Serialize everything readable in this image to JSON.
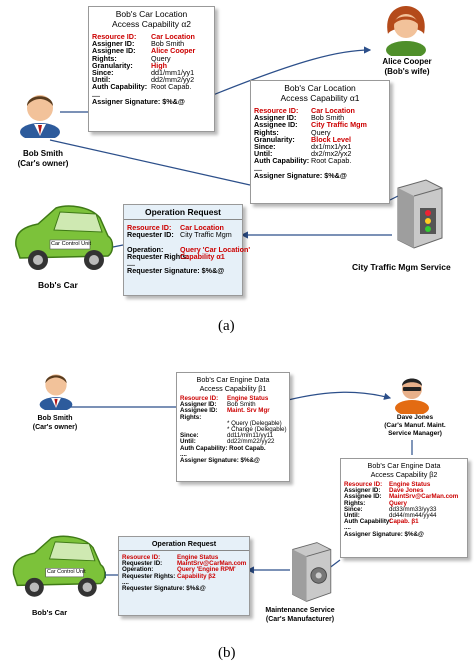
{
  "panel_a": {
    "label": "(a)",
    "bob": {
      "name": "Bob Smith",
      "role": "(Car's owner)"
    },
    "alice": {
      "name": "Alice Cooper",
      "role": "(Bob's wife)"
    },
    "car_label": "Bob's Car",
    "car_unit": "Car Control Unit",
    "service_label": "City Traffic Mgm Service",
    "cap2": {
      "title1": "Bob's Car Location",
      "title2": "Access Capability α2",
      "rows": [
        {
          "k": "Resource ID:",
          "v": "Car Location",
          "red": true
        },
        {
          "k": "Assigner ID:",
          "v": "Bob Smith",
          "red": false
        },
        {
          "k": "Assignee ID:",
          "v": "Alice Cooper",
          "red": true
        },
        {
          "k": "Rights:",
          "v": "Query",
          "red": false
        },
        {
          "k": "Granularity:",
          "v": "High",
          "red": true
        },
        {
          "k": "Since:",
          "v": "dd1/mm1/yy1",
          "red": false
        },
        {
          "k": "Until:",
          "v": "dd2/mm2/yy2",
          "red": false
        },
        {
          "k": "Auth Capability:",
          "v": "Root Capab.",
          "red": false
        },
        {
          "k": "....",
          "v": "",
          "red": false
        },
        {
          "k": "Assigner Signature: $%&@",
          "v": "",
          "red": false
        }
      ]
    },
    "cap1": {
      "title1": "Bob's Car Location",
      "title2": "Access Capability α1",
      "rows": [
        {
          "k": "Resource ID:",
          "v": "Car Location",
          "red": true
        },
        {
          "k": "Assigner ID:",
          "v": "Bob Smith",
          "red": false
        },
        {
          "k": "Assignee ID:",
          "v": "City Traffic Mgm",
          "red": true
        },
        {
          "k": "Rights:",
          "v": "Query",
          "red": false
        },
        {
          "k": "Granularity:",
          "v": "Block Level",
          "red": true
        },
        {
          "k": "Since:",
          "v": "dx1/mx1/yx1",
          "red": false
        },
        {
          "k": "Until:",
          "v": "dx2/mx2/yx2",
          "red": false
        },
        {
          "k": "Auth Capability:",
          "v": "Root Capab.",
          "red": false
        },
        {
          "k": "....",
          "v": "",
          "red": false
        },
        {
          "k": "Assigner Signature: $%&@",
          "v": "",
          "red": false
        }
      ]
    },
    "request": {
      "title": "Operation Request",
      "rows": [
        {
          "k": "Resource ID:",
          "v": "Car Location",
          "red": true
        },
        {
          "k": "Requester ID:",
          "v": "City Traffic Mgm",
          "red": false
        },
        {
          "k": "",
          "v": "",
          "red": false
        },
        {
          "k": "Operation:",
          "v": "Query 'Car Location'",
          "red": true
        },
        {
          "k": "Requester Rights:",
          "v": "Capability α1",
          "red": true
        },
        {
          "k": "....",
          "v": "",
          "red": false
        },
        {
          "k": "Requester Signature: $%&@",
          "v": "",
          "red": false
        }
      ]
    }
  },
  "panel_b": {
    "label": "(b)",
    "bob": {
      "name": "Bob Smith",
      "role": "(Car's owner)"
    },
    "dave": {
      "name": "Dave Jones",
      "role1": "(Car's Manuf. Maint.",
      "role2": "Service Manager)"
    },
    "car_label": "Bob's Car",
    "car_unit": "Car Control Unit",
    "service_label1": "Maintenance Service",
    "service_label2": "(Car's Manufacturer)",
    "cap1": {
      "title1": "Bob's Car Engine Data",
      "title2": "Access Capability β1",
      "rows": [
        {
          "k": "Resource ID:",
          "v": "Engine Status",
          "red": true
        },
        {
          "k": "Assigner ID:",
          "v": "Bob Smith",
          "red": false
        },
        {
          "k": "Assignee ID:",
          "v": "Maint. Srv Mgr",
          "red": true
        },
        {
          "k": "Rights:",
          "v": "",
          "red": false
        },
        {
          "k": "",
          "v": "* Query (Delegable)",
          "red": false
        },
        {
          "k": "",
          "v": "* Change (Delegable)",
          "red": false
        },
        {
          "k": "Since:",
          "v": "dd11/mm11/yy11",
          "red": false
        },
        {
          "k": "Until:",
          "v": "dd22/mm22/yy22",
          "red": false
        },
        {
          "k": "Auth Capability: Root Capab.",
          "v": "",
          "red": false
        },
        {
          "k": "....",
          "v": "",
          "red": false
        },
        {
          "k": "Assigner Signature: $%&@",
          "v": "",
          "red": false
        }
      ]
    },
    "cap2": {
      "title1": "Bob's Car Engine Data",
      "title2": "Access Capability β2",
      "rows": [
        {
          "k": "Resource ID:",
          "v": "Engine Status",
          "red": true
        },
        {
          "k": "Assigner ID:",
          "v": "Dave Jones",
          "red": true
        },
        {
          "k": "Assignee ID:",
          "v": "MaintSrv@CarMan.com",
          "red": true
        },
        {
          "k": "Rights:",
          "v": "Query",
          "red": true
        },
        {
          "k": "Since:",
          "v": "dd33/mm33/yy33",
          "red": false
        },
        {
          "k": "Until:",
          "v": "dd44/mm44/yy44",
          "red": false
        },
        {
          "k": "Auth Capability:",
          "v": "Capab. β1",
          "red": true
        },
        {
          "k": "....",
          "v": "",
          "red": false
        },
        {
          "k": "Assigner Signature: $%&@",
          "v": "",
          "red": false
        }
      ]
    },
    "request": {
      "title": "Operation Request",
      "rows": [
        {
          "k": "Resource ID:",
          "v": "Engine Status",
          "red": true
        },
        {
          "k": "Requester ID:",
          "v": "MaintSrv@CarMan.com",
          "red": true
        },
        {
          "k": "Operation:",
          "v": "Query 'Engine RPM'",
          "red": true
        },
        {
          "k": "Requester Rights:",
          "v": "Capability β2",
          "red": true
        },
        {
          "k": "....",
          "v": "",
          "red": false
        },
        {
          "k": "Requester Signature: $%&@",
          "v": "",
          "red": false
        }
      ]
    }
  }
}
